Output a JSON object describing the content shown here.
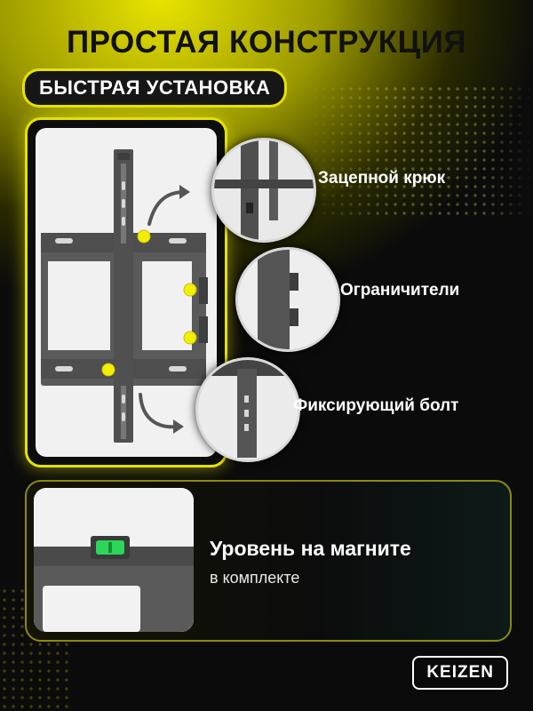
{
  "header": {
    "title": "ПРОСТАЯ КОНСТРУКЦИЯ",
    "subtitle": "БЫСТРАЯ УСТАНОВКА"
  },
  "features": [
    {
      "label": "Зацепной крюк",
      "icon": "hook-detail"
    },
    {
      "label": "Ограничители",
      "icon": "limiter-detail"
    },
    {
      "label": "Фиксирующий болт",
      "icon": "bolt-detail"
    }
  ],
  "level": {
    "title": "Уровень на магните",
    "subtitle": "в комплекте"
  },
  "brand": {
    "name": "KEIZEN"
  },
  "colors": {
    "accent": "#e6e200",
    "background": "#0b0b0b",
    "bracket": "#555555",
    "level_liquid": "#2bd65a"
  }
}
